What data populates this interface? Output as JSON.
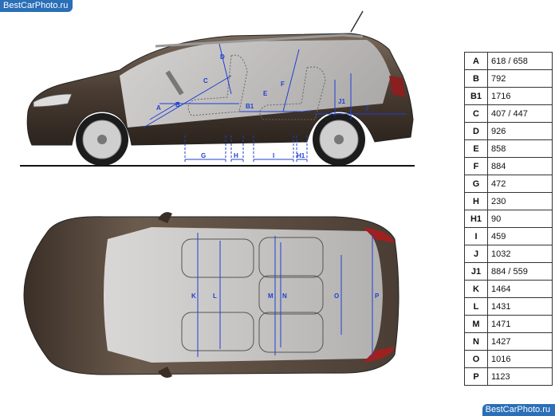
{
  "watermark": "BestCarPhoto.ru",
  "dimensions": [
    {
      "key": "A",
      "value": "618 / 658"
    },
    {
      "key": "B",
      "value": "792"
    },
    {
      "key": "B1",
      "value": "1716"
    },
    {
      "key": "C",
      "value": "407 / 447"
    },
    {
      "key": "D",
      "value": "926"
    },
    {
      "key": "E",
      "value": "858"
    },
    {
      "key": "F",
      "value": "884"
    },
    {
      "key": "G",
      "value": "472"
    },
    {
      "key": "H",
      "value": "230"
    },
    {
      "key": "H1",
      "value": "90"
    },
    {
      "key": "I",
      "value": "459"
    },
    {
      "key": "J",
      "value": "1032"
    },
    {
      "key": "J1",
      "value": "884 / 559"
    },
    {
      "key": "K",
      "value": "1464"
    },
    {
      "key": "L",
      "value": "1431"
    },
    {
      "key": "M",
      "value": "1471"
    },
    {
      "key": "N",
      "value": "1427"
    },
    {
      "key": "O",
      "value": "1016"
    },
    {
      "key": "P",
      "value": "1123"
    }
  ],
  "labels": {
    "side": {
      "A": "A",
      "B": "B",
      "B1": "B1",
      "C": "C",
      "D": "D",
      "E": "E",
      "F": "F",
      "G": "G",
      "H": "H",
      "H1": "H1",
      "I": "I",
      "J": "J",
      "J1": "J1"
    },
    "top": {
      "K": "K",
      "L": "L",
      "M": "M",
      "N": "N",
      "O": "O",
      "P": "P"
    }
  },
  "colors": {
    "dimension": "#1f3fd1",
    "body": "#5a4a3e",
    "glass": "#d8d8d8"
  }
}
